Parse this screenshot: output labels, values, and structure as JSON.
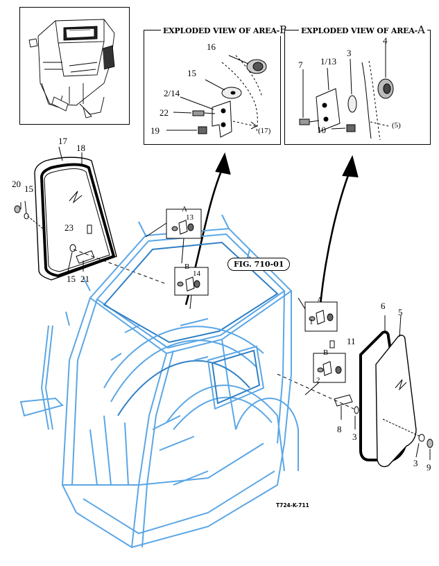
{
  "exploded_b": {
    "prefix": "EXPLODED VIEW OF AREA-",
    "letter": "B"
  },
  "exploded_a": {
    "prefix": "EXPLODED VIEW OF AREA-",
    "letter": "A"
  },
  "fig_ref": "FIG. 710-01",
  "drawing_code": "T724-K-711",
  "callouts_b": {
    "c16": "16",
    "c15": "15",
    "c2_14": "2/14",
    "c22": "22",
    "c19": "19",
    "c17ref": "(17)"
  },
  "callouts_a": {
    "c7": "7",
    "c1_13": "1/13",
    "c3": "3",
    "c4": "4",
    "c10": "10",
    "c5ref": "(5)"
  },
  "callouts_left": {
    "c17": "17",
    "c18": "18",
    "c20": "20",
    "c15a": "15",
    "c23": "23",
    "c15b": "15",
    "c21": "21"
  },
  "callouts_cab": {
    "a_top": "A",
    "c13": "13",
    "b_top": "B",
    "c14": "14",
    "a_right": "A",
    "c1": "1",
    "b_right": "B",
    "c2": "2",
    "c11": "11"
  },
  "callouts_right": {
    "c6": "6",
    "c5": "5",
    "c8": "8",
    "c3a": "3",
    "c3b": "3",
    "c9": "9"
  },
  "colors": {
    "line": "#000000",
    "cab": "#5aa6e6",
    "cab_dark": "#2f7fc4"
  }
}
